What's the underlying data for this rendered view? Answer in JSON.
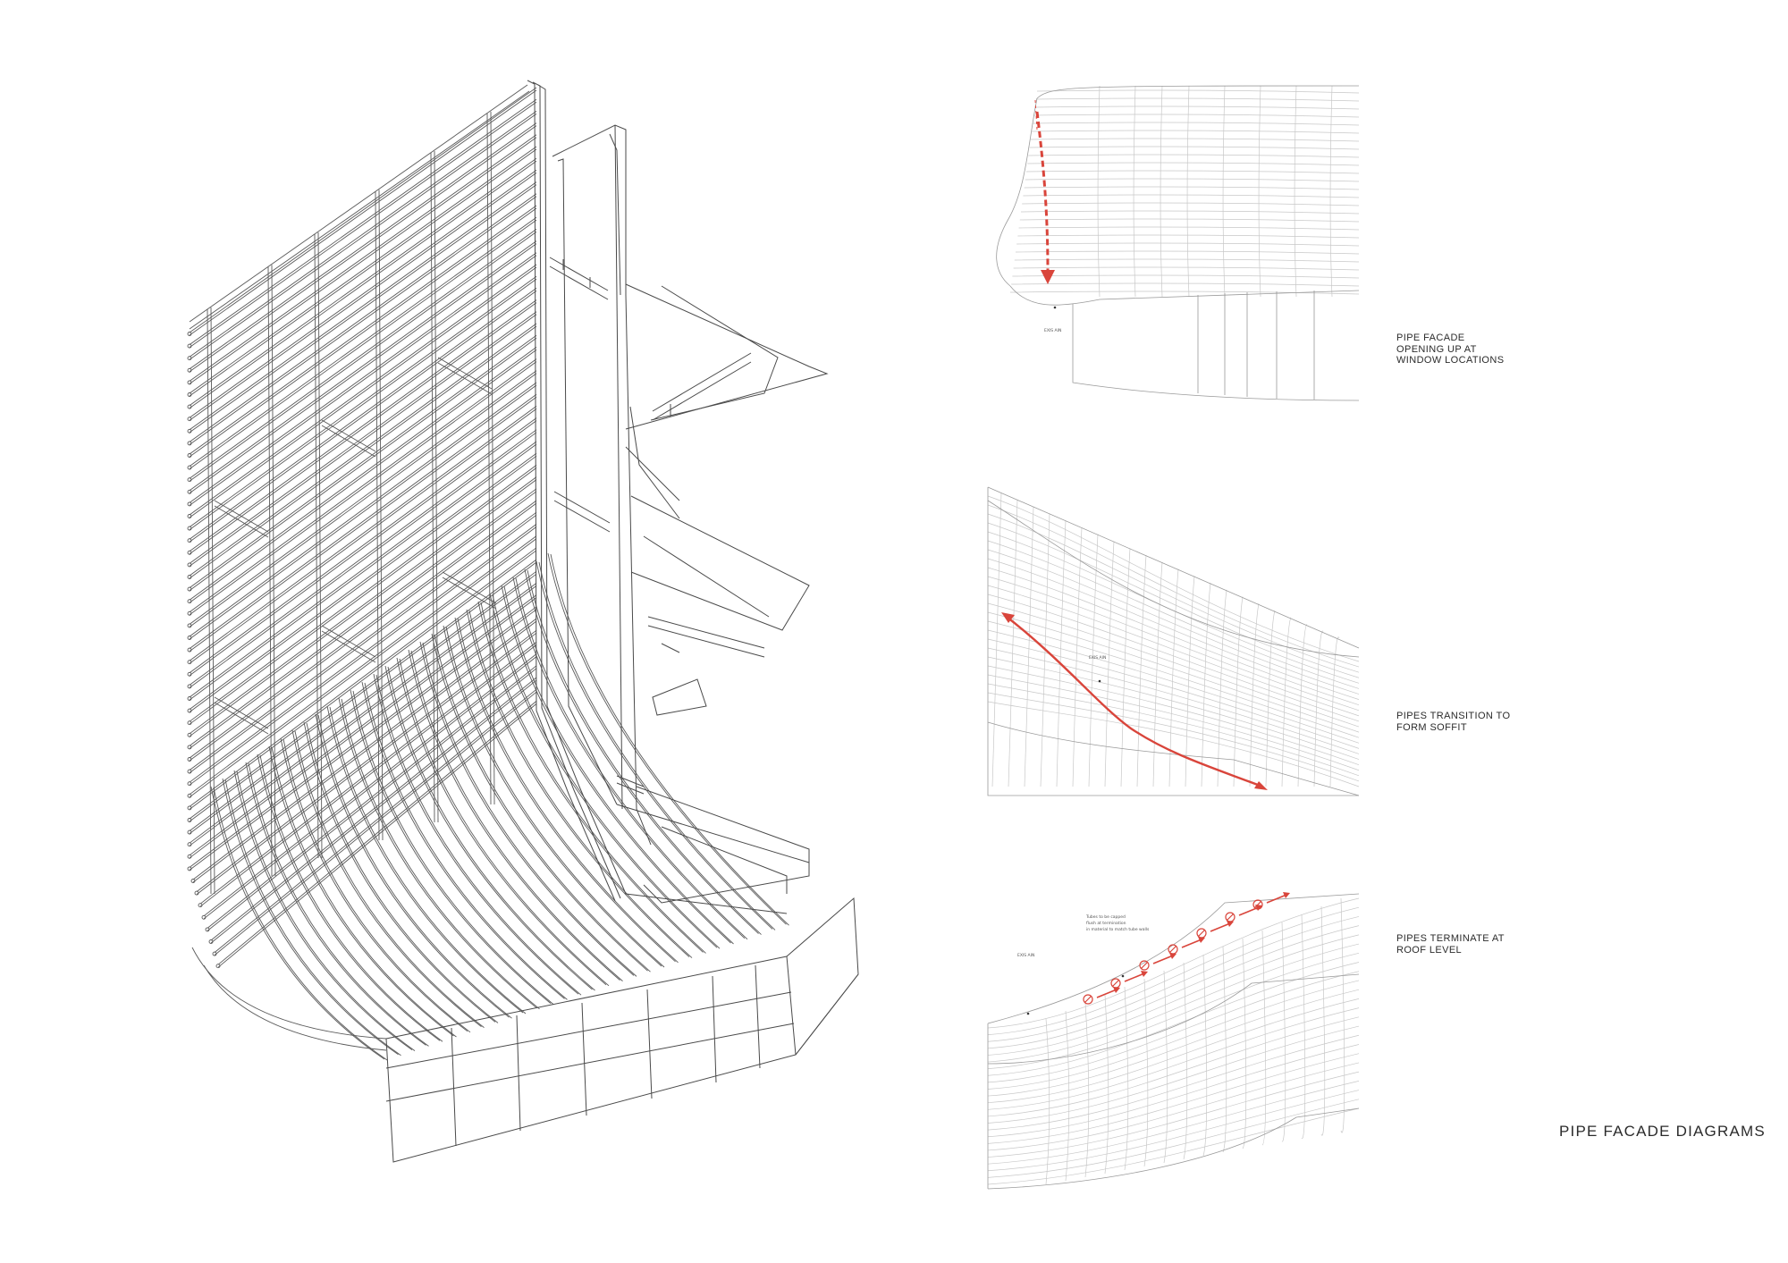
{
  "title": "PIPE FACADE DIAGRAMS",
  "diagrams": [
    {
      "id": "window-opening",
      "caption": "PIPE FACADE\nOPENING UP AT\nWINDOW LOCATIONS",
      "level_tag": "EXIS AIN"
    },
    {
      "id": "soffit-transition",
      "caption": "PIPES TRANSITION TO\nFORM SOFFIT",
      "level_tag": "EXIS AIN"
    },
    {
      "id": "roof-termination",
      "caption": "PIPES TERMINATE AT\nROOF LEVEL",
      "level_tag": "EXIS AIN",
      "note": "Tubes to be capped flush at termination in material to match tube walls"
    }
  ],
  "colors": {
    "linework": "#4a4a4a",
    "light_linework": "#c8c8c8",
    "accent": "#d9453b"
  },
  "icons": [
    "termination-cap-icon",
    "direction-arrow-icon"
  ]
}
